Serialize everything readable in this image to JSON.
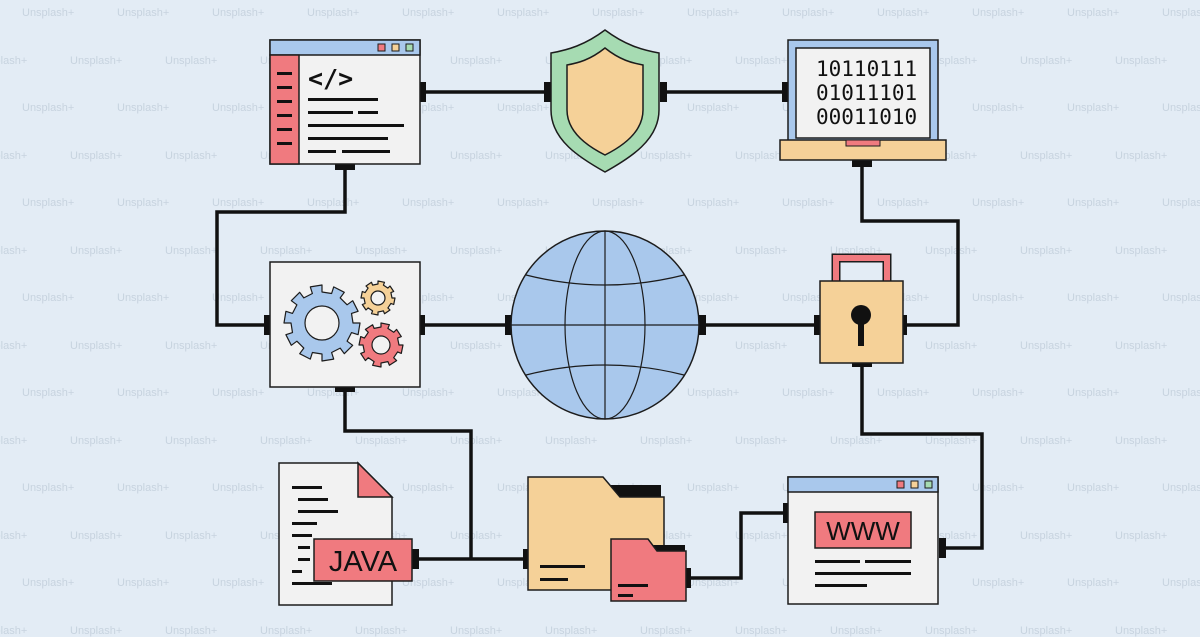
{
  "watermark_text": "Unsplash+",
  "code_window": {
    "symbol": "</>"
  },
  "laptop": {
    "lines": [
      "10110111",
      "01011101",
      "00011010"
    ]
  },
  "java_file": {
    "label": "JAVA"
  },
  "web_window": {
    "label": "WWW"
  },
  "colors": {
    "background": "#e3ecf5",
    "outline": "#1c1c1c",
    "blue": "#a9c8ec",
    "pink": "#f07a7f",
    "yellow": "#f5d198",
    "green": "#a6dbb2",
    "paper": "#f2f2f2"
  }
}
